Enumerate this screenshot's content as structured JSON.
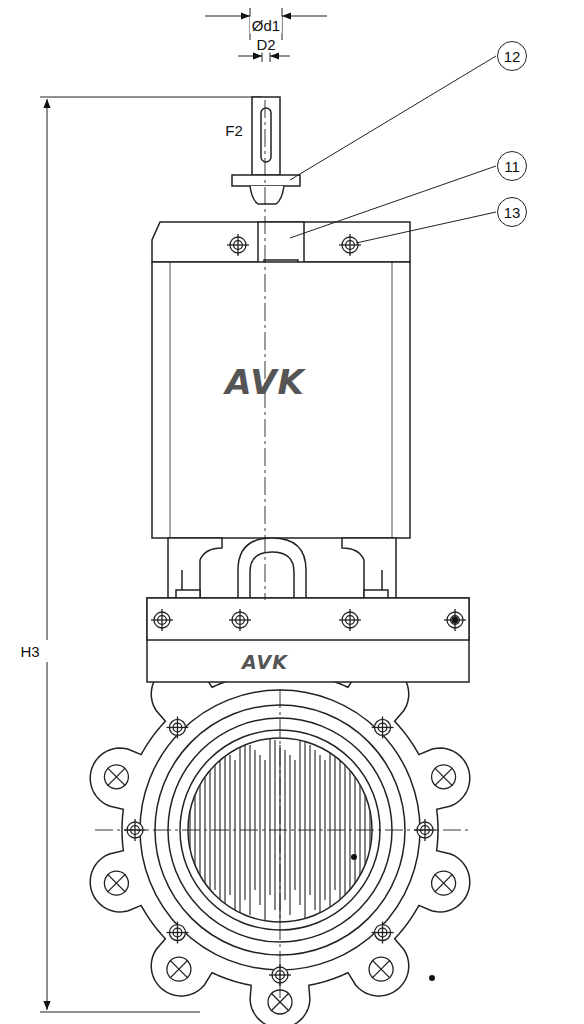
{
  "diagram": {
    "nodes": [
      {
        "text": [
          "12"
        ]
      },
      {
        "text": [
          "11"
        ]
      },
      {
        "text": [
          "13"
        ]
      }
    ],
    "labels": [
      "Ød1",
      "D2",
      "F2",
      "H3",
      "AVK",
      "AVK"
    ]
  }
}
